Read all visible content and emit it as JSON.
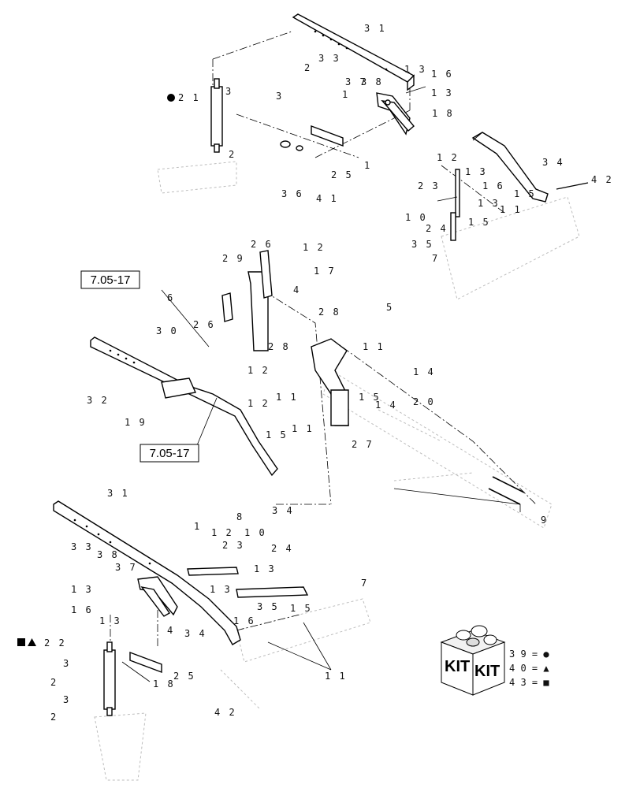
{
  "callouts": [
    {
      "id": "c31a",
      "text": "3 1"
    },
    {
      "id": "c33a",
      "text": "3 3"
    },
    {
      "id": "c37a",
      "text": "3 7"
    },
    {
      "id": "c38a",
      "text": "3 8"
    },
    {
      "id": "c13a",
      "text": "1 3"
    },
    {
      "id": "c16a",
      "text": "1 6"
    },
    {
      "id": "c13b",
      "text": "1 3"
    },
    {
      "id": "c18a",
      "text": "1 8"
    },
    {
      "id": "c21",
      "text": "2 1"
    },
    {
      "id": "c3a",
      "text": "3"
    },
    {
      "id": "c3b",
      "text": "3"
    },
    {
      "id": "c2a",
      "text": "2"
    },
    {
      "id": "c2b",
      "text": "2"
    },
    {
      "id": "c1a",
      "text": "1"
    },
    {
      "id": "c1b",
      "text": "1"
    },
    {
      "id": "c25a",
      "text": "2 5"
    },
    {
      "id": "c36",
      "text": "3 6"
    },
    {
      "id": "c41",
      "text": "4 1"
    },
    {
      "id": "c34a",
      "text": "3 4"
    },
    {
      "id": "c42a",
      "text": "4 2"
    },
    {
      "id": "c12a",
      "text": "1 2"
    },
    {
      "id": "c13c",
      "text": "1 3"
    },
    {
      "id": "c16b",
      "text": "1 6"
    },
    {
      "id": "c23a",
      "text": "2 3"
    },
    {
      "id": "c13d",
      "text": "1 3"
    },
    {
      "id": "c15a",
      "text": "1 5"
    },
    {
      "id": "c10a",
      "text": "1 0"
    },
    {
      "id": "c24a",
      "text": "2 4"
    },
    {
      "id": "c15b",
      "text": "1 5"
    },
    {
      "id": "c11a",
      "text": "1 1"
    },
    {
      "id": "c35a",
      "text": "3 5"
    },
    {
      "id": "c7a",
      "text": "7"
    },
    {
      "id": "c26a",
      "text": "2 6"
    },
    {
      "id": "c12b",
      "text": "1 2"
    },
    {
      "id": "c29",
      "text": "2 9"
    },
    {
      "id": "c17",
      "text": "1 7"
    },
    {
      "id": "c6",
      "text": "6"
    },
    {
      "id": "c4a",
      "text": "4"
    },
    {
      "id": "c26b",
      "text": "2 6"
    },
    {
      "id": "c5",
      "text": "5"
    },
    {
      "id": "c28a",
      "text": "2 8"
    },
    {
      "id": "c30",
      "text": "3 0"
    },
    {
      "id": "c28b",
      "text": "2 8"
    },
    {
      "id": "c11b",
      "text": "1 1"
    },
    {
      "id": "c12c",
      "text": "1 2"
    },
    {
      "id": "c14a",
      "text": "1 4"
    },
    {
      "id": "c32",
      "text": "3 2"
    },
    {
      "id": "c11c",
      "text": "1 1"
    },
    {
      "id": "c15c",
      "text": "1 5"
    },
    {
      "id": "c14b",
      "text": "1 4"
    },
    {
      "id": "c20",
      "text": "2 0"
    },
    {
      "id": "c12d",
      "text": "1 2"
    },
    {
      "id": "c19",
      "text": "1 9"
    },
    {
      "id": "c15d",
      "text": "1 5"
    },
    {
      "id": "c11d",
      "text": "1 1"
    },
    {
      "id": "c27",
      "text": "2 7"
    },
    {
      "id": "c8",
      "text": "8"
    },
    {
      "id": "c34b",
      "text": "3 4"
    },
    {
      "id": "c9",
      "text": "9"
    },
    {
      "id": "c31b",
      "text": "3 1"
    },
    {
      "id": "c1c",
      "text": "1"
    },
    {
      "id": "c12e",
      "text": "1 2"
    },
    {
      "id": "c10b",
      "text": "1 0"
    },
    {
      "id": "c24b",
      "text": "2 4"
    },
    {
      "id": "c23b",
      "text": "2 3"
    },
    {
      "id": "c33b",
      "text": "3 3"
    },
    {
      "id": "c38b",
      "text": "3 8"
    },
    {
      "id": "c37b",
      "text": "3 7"
    },
    {
      "id": "c13e",
      "text": "1 3"
    },
    {
      "id": "c13f",
      "text": "1 3"
    },
    {
      "id": "c13g",
      "text": "1 3"
    },
    {
      "id": "c16c",
      "text": "1 6"
    },
    {
      "id": "c16d",
      "text": "1 6"
    },
    {
      "id": "c13h",
      "text": "1 3"
    },
    {
      "id": "c7b",
      "text": "7"
    },
    {
      "id": "c35b",
      "text": "3 5"
    },
    {
      "id": "c15e",
      "text": "1 5"
    },
    {
      "id": "c4b",
      "text": "4"
    },
    {
      "id": "c22",
      "text": "2 2"
    },
    {
      "id": "c34c",
      "text": "3 4"
    },
    {
      "id": "c3c",
      "text": "3"
    },
    {
      "id": "c2c",
      "text": "2"
    },
    {
      "id": "c25b",
      "text": "2 5"
    },
    {
      "id": "c3d",
      "text": "3"
    },
    {
      "id": "c18b",
      "text": "1 8"
    },
    {
      "id": "c2d",
      "text": "2"
    },
    {
      "id": "c11e",
      "text": "1 1"
    },
    {
      "id": "c42b",
      "text": "4 2"
    }
  ],
  "references": [
    {
      "id": "ref1",
      "text": "7.05-17"
    },
    {
      "id": "ref2",
      "text": "7.05-17"
    }
  ],
  "kit": {
    "box_labels": [
      "KIT",
      "KIT"
    ],
    "legend": [
      {
        "code": "3 9",
        "symbol": "circle",
        "text": "3 9 = ●"
      },
      {
        "code": "4 0",
        "symbol": "triangle",
        "text": "4 0 = ▲"
      },
      {
        "code": "4 3",
        "symbol": "square",
        "text": "4 3 = ■"
      }
    ]
  }
}
